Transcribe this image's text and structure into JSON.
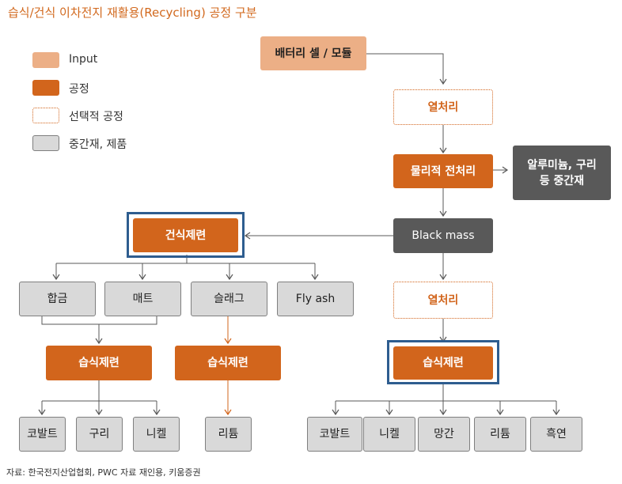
{
  "title": "습식/건식 이차전지 재활용(Recycling) 공정 구분",
  "legend": [
    {
      "label": "Input",
      "style": "input"
    },
    {
      "label": "공정",
      "style": "process"
    },
    {
      "label": "선택적 공정",
      "style": "optional"
    },
    {
      "label": "중간재, 제품",
      "style": "product"
    }
  ],
  "nodes": {
    "battery": "배터리 셀 / 모듈",
    "heat1": "열처리",
    "physical": "물리적 전처리",
    "byproduct_line1": "알루미늄, 구리",
    "byproduct_line2": "등 중간재",
    "blackmass": "Black mass",
    "dry_refining": "건식제련",
    "heat2": "열처리",
    "wet_refining_right": "습식제련",
    "alloy": "합금",
    "matte": "매트",
    "slag": "슬래그",
    "flyash": "Fly ash",
    "wet_refining_left": "습식제련",
    "wet_refining_mid": "습식제련",
    "left_products": [
      "코발트",
      "구리",
      "니켈"
    ],
    "mid_products": [
      "리튬"
    ],
    "right_products": [
      "코발트",
      "니켈",
      "망간",
      "리튬",
      "흑연"
    ]
  },
  "source": "자료: 한국전지산업협회, PWC 자료 재인용, 키움증권",
  "colors": {
    "input": "#ecaf86",
    "process": "#d2651c",
    "product": "#d9d9d9",
    "dark": "#595959",
    "highlight": "#2e5d8f",
    "title": "#d2691e"
  }
}
